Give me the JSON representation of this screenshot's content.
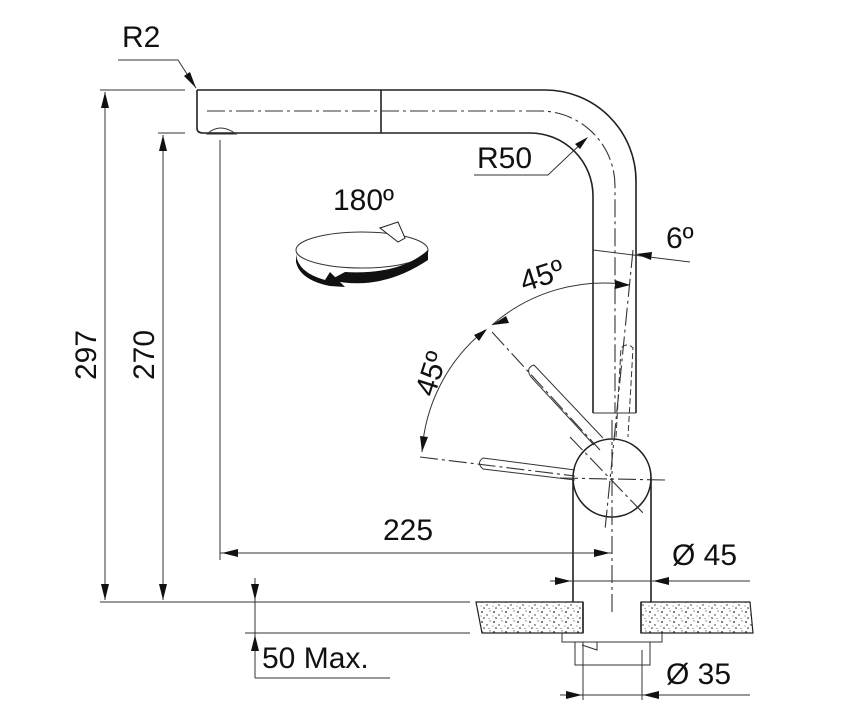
{
  "drawing": {
    "title_labels": {
      "edge_radius": "R2",
      "bend_radius": "R50",
      "swivel_angle": "180º",
      "tilt_angle": "6º",
      "lever_angle_upper": "45º",
      "lever_angle_lower": "45º",
      "total_height": "297",
      "spout_height": "270",
      "reach": "225",
      "body_diameter": "Ø 45",
      "mount_diameter": "Ø 35",
      "max_counter_thickness": "50 Max."
    },
    "colors": {
      "line": "#222222",
      "background": "#ffffff"
    }
  }
}
